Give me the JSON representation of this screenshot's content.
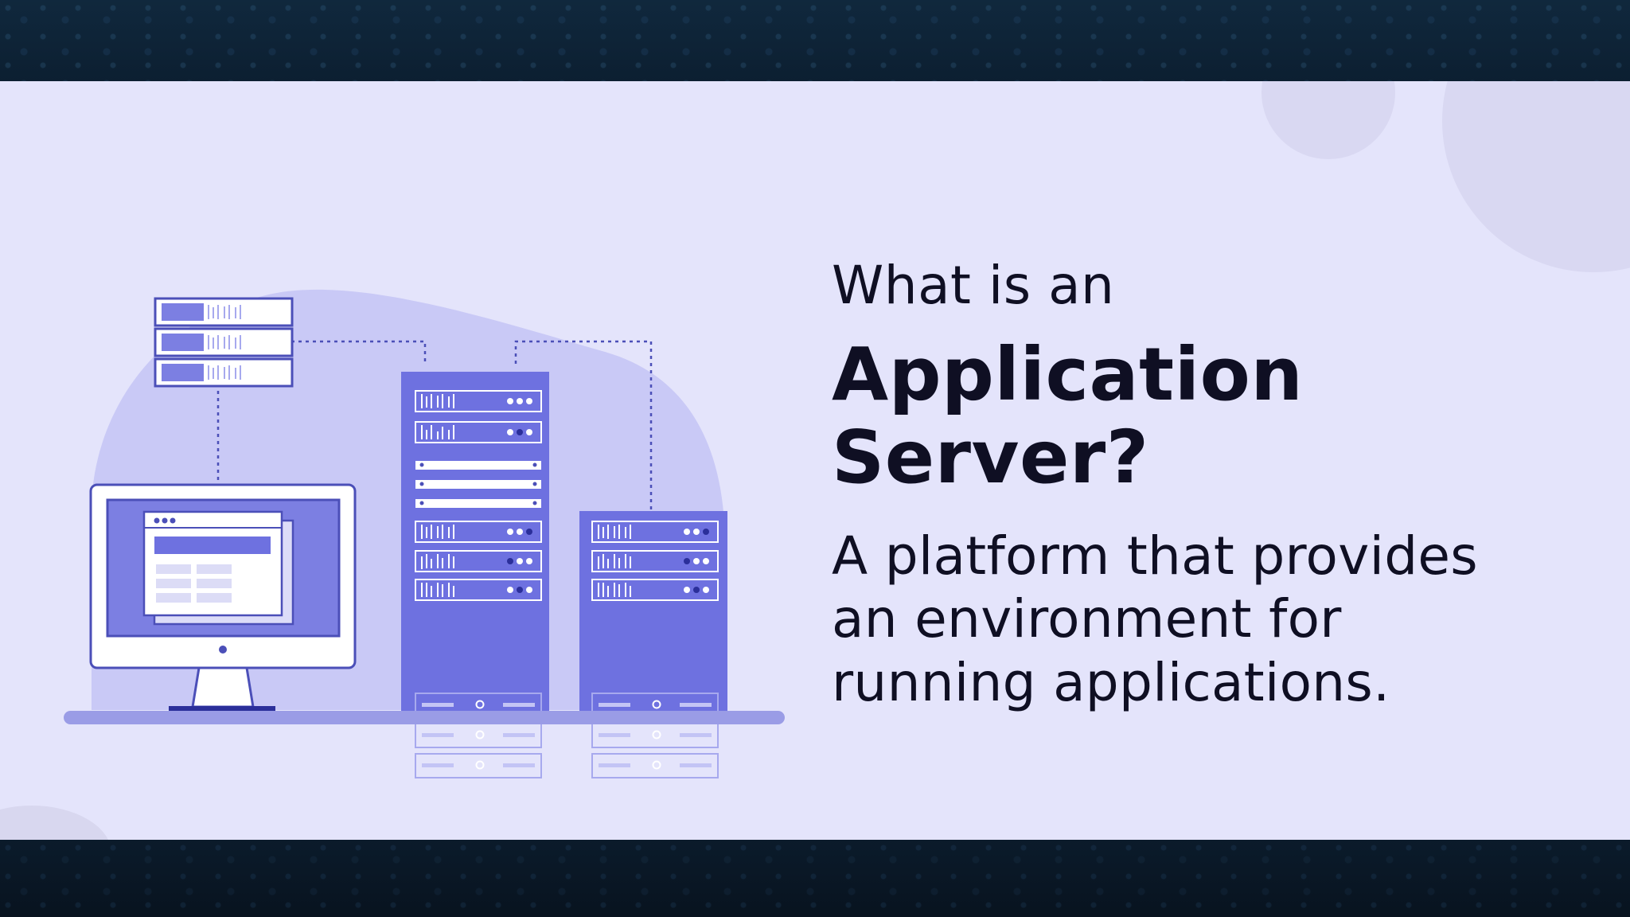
{
  "slide": {
    "title_lead": "What is an",
    "title_main_line1": "Application",
    "title_main_line2": "Server?",
    "description_line1": "A platform that provides",
    "description_line2": "an environment for",
    "description_line3": "running applications."
  },
  "illustration": {
    "subject": "application-server-network",
    "components": [
      "storage-unit-icon",
      "desktop-monitor-icon",
      "tall-server-rack-icon",
      "short-server-rack-icon"
    ]
  },
  "colors": {
    "slide_background": "#e4e4fb",
    "blob": "#c9c9f6",
    "accent": "#6e71e0",
    "accent_dark": "#2b2f9a",
    "text": "#0f0f23",
    "frame_dark": "#0f2840"
  }
}
